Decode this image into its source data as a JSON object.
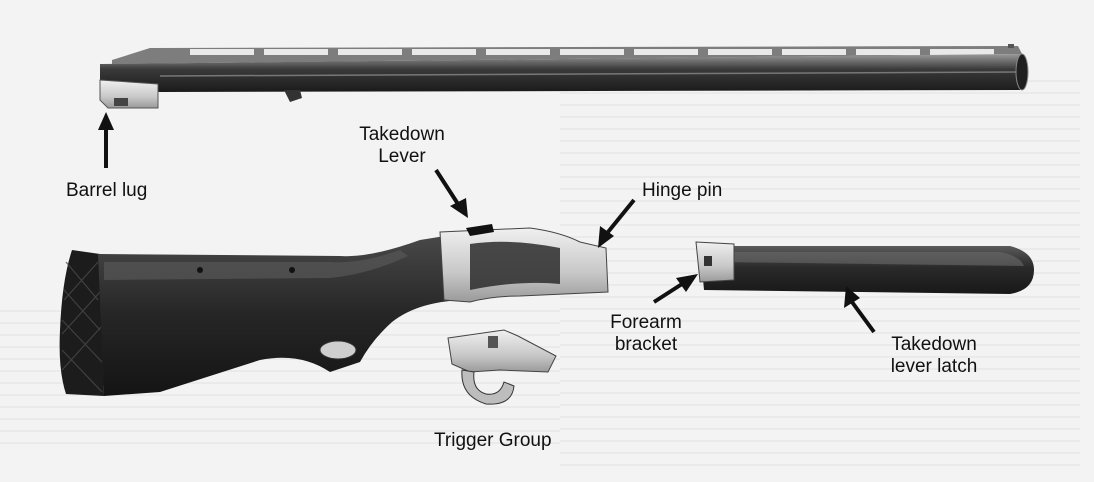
{
  "labels": {
    "barrel_lug": "Barrel lug",
    "takedown_lever_line1": "Takedown",
    "takedown_lever_line2": "Lever",
    "hinge_pin": "Hinge pin",
    "forearm_bracket_line1": "Forearm",
    "forearm_bracket_line2": "bracket",
    "takedown_lever_latch_line1": "Takedown",
    "takedown_lever_latch_line2": "lever latch",
    "trigger_group": "Trigger Group"
  },
  "colors": {
    "background": "#f3f3f3",
    "wood": "#2b2b2b",
    "metal": "#d6d6d6",
    "arrow": "#111111"
  }
}
